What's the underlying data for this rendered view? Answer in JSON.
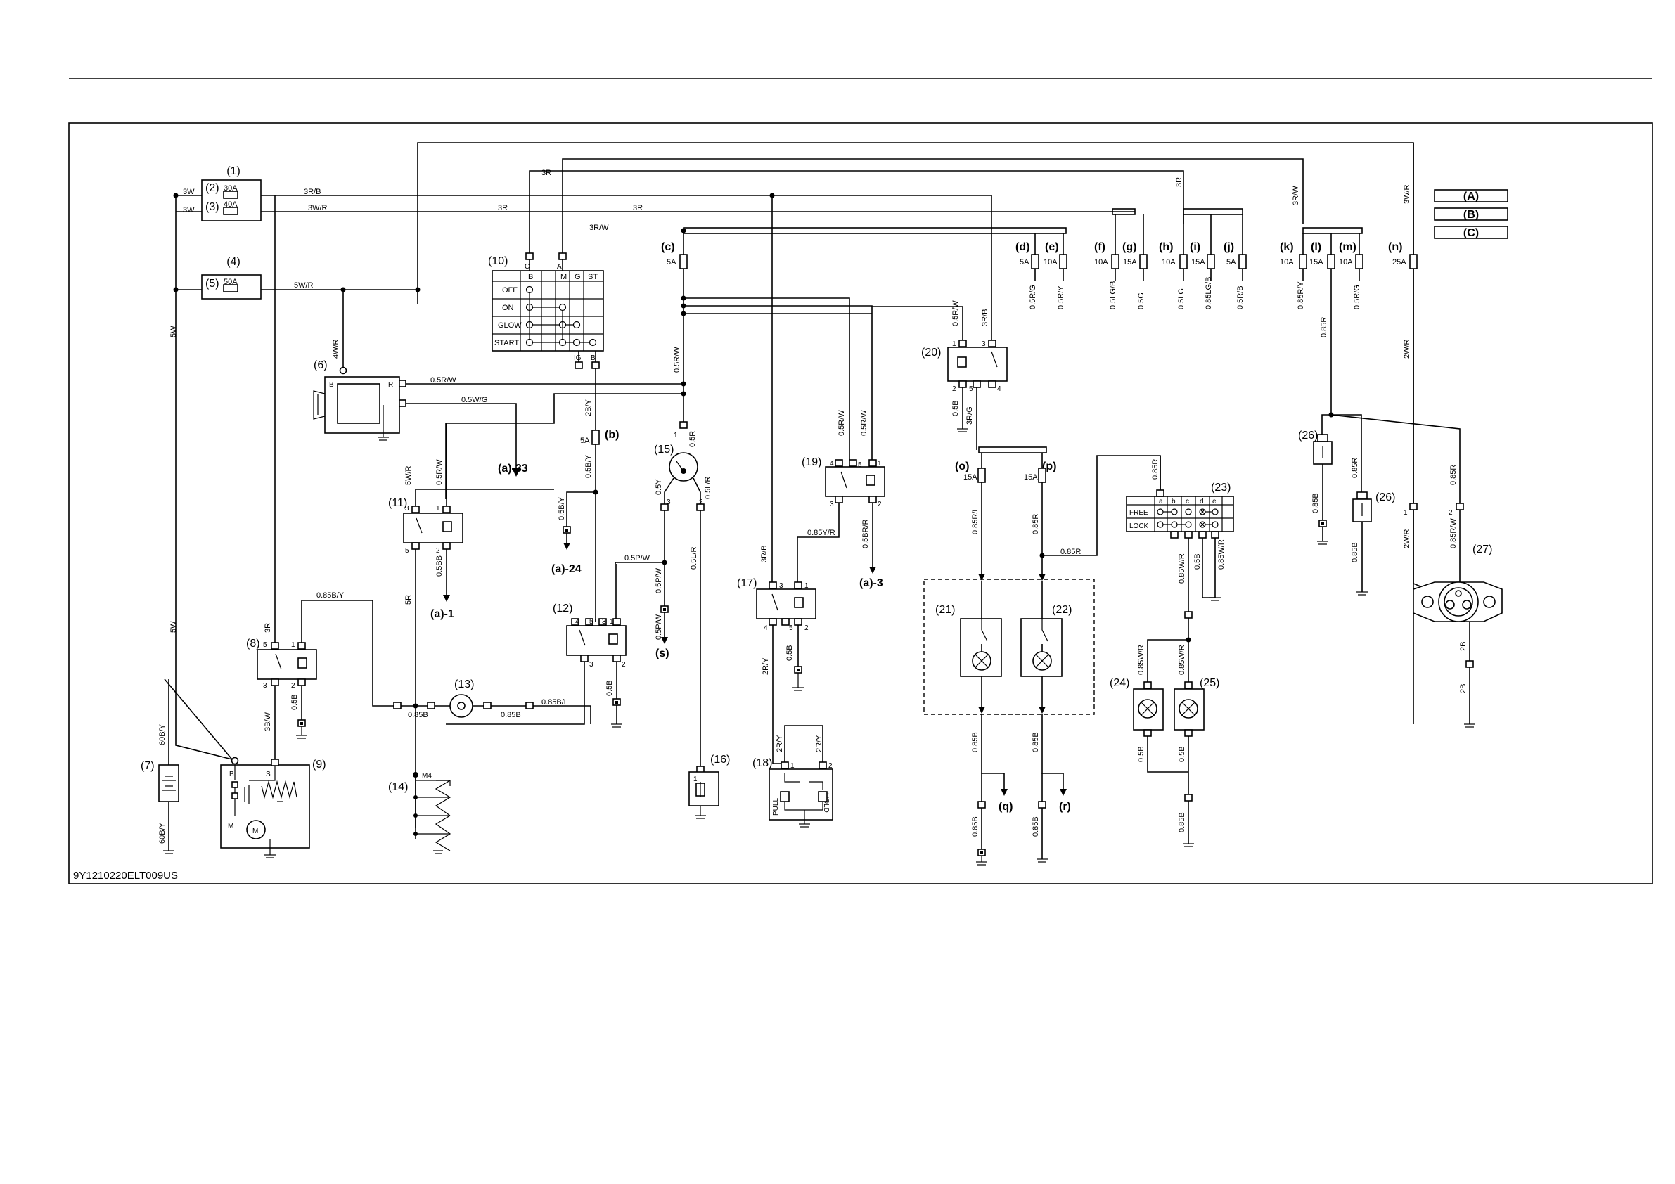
{
  "diagram_id": "9Y1210220ELT009US",
  "legend": [
    "(A)",
    "(B)",
    "(C)"
  ],
  "components": {
    "c1": "(1)",
    "c2": "(2)",
    "c3": "(3)",
    "c4": "(4)",
    "c5": "(5)",
    "c6": "(6)",
    "c7": "(7)",
    "c8": "(8)",
    "c9": "(9)",
    "c10": "(10)",
    "c11": "(11)",
    "c12": "(12)",
    "c13": "(13)",
    "c14": "(14)",
    "c15": "(15)",
    "c16": "(16)",
    "c17": "(17)",
    "c18": "(18)",
    "c19": "(19)",
    "c20": "(20)",
    "c21": "(21)",
    "c22": "(22)",
    "c23": "(23)",
    "c24": "(24)",
    "c25": "(25)",
    "c26a": "(26)",
    "c26b": "(26)",
    "c27": "(27)"
  },
  "fuse_ratings": {
    "f30": "30A",
    "f40": "40A",
    "f50": "50A",
    "c": "5A",
    "b": "5A",
    "d": "5A",
    "e": "10A",
    "f": "10A",
    "g": "15A",
    "h": "10A",
    "i": "15A",
    "j": "5A",
    "k": "10A",
    "l": "15A",
    "m": "10A",
    "n": "25A",
    "o": "15A",
    "p": "15A"
  },
  "fuse_letters": {
    "b": "(b)",
    "c": "(c)",
    "d": "(d)",
    "e": "(e)",
    "f": "(f)",
    "g": "(g)",
    "h": "(h)",
    "i": "(i)",
    "j": "(j)",
    "k": "(k)",
    "l": "(l)",
    "m": "(m)",
    "n": "(n)",
    "o": "(o)",
    "p": "(p)"
  },
  "references": {
    "a33": "(a)-33",
    "a24": "(a)-24",
    "a1": "(a)-1",
    "a3": "(a)-3",
    "s": "(s)",
    "q": "(q)",
    "r": "(r)"
  },
  "key_switch": {
    "columns": [
      "B",
      "",
      "M",
      "G",
      "ST"
    ],
    "rows": [
      "OFF",
      "ON",
      "GLOW",
      "START"
    ]
  },
  "selector": {
    "rows": [
      "FREE",
      "LOCK"
    ],
    "columns": [
      "a",
      "b",
      "c",
      "d",
      "e"
    ]
  },
  "wire_labels": {
    "w3w_a": "3W",
    "w3w_b": "3W",
    "w3rb": "3R/B",
    "w3wr": "3W/R",
    "w5wr": "5W/R",
    "w3r_top": "3R",
    "w3r_mid": "3R",
    "w3r_3": "3R",
    "w3r_main": "3R",
    "w3rw_bar": "3R/W",
    "w3rw_k": "3R/W",
    "w3wr_n": "3W/R",
    "w5w_a": "5W",
    "w5w_b": "5W",
    "w4wr": "4W/R",
    "w05rw_6": "0.5R/W",
    "w05wg": "0.5W/G",
    "w05rw_c": "0.5R/W",
    "w2by": "2B/Y",
    "w05by_a": "0.5B/Y",
    "w05by_b": "0.5B/Y",
    "w05r_15": "0.5R",
    "w05y": "0.5Y",
    "w05lr": "0.5L/R",
    "w05lr_b": "0.5L/R",
    "w05pw": "0.5P/W",
    "w05pw_b": "0.5P/W",
    "w05pw_c": "0.5P/W",
    "w5wr_11": "5W/R",
    "w05rw_11": "0.5R/W",
    "w05bb_11": "0.5BB",
    "w5r_11": "5R",
    "w05b_12": "0.5B",
    "w3r_8": "3R",
    "w085by_8": "0.85B/Y",
    "w3bw": "3B/W",
    "w05b_8": "0.5B",
    "w085b_a": "0.85B",
    "w085b_b": "0.85B",
    "w085bl": "0.85B/L",
    "w60by_a": "60B/Y",
    "w60by_b": "60B/Y",
    "w05rw_17": "0.5R/W",
    "w05rw_19": "0.5R/W",
    "w3rb_17": "3R/B",
    "w085yr": "0.85Y/R",
    "w05br": "0.5BR/R",
    "w2ry_a": "2R/Y",
    "w2ry_b": "2R/Y",
    "w2ry_c": "2R/Y",
    "w05b_17": "0.5B",
    "w05rw_20": "0.5R/W",
    "w3rb_20": "3R/B",
    "w05b_20": "0.5B",
    "w3rg": "3R/G",
    "w05rg": "0.5R/G",
    "w05ry": "0.5R/Y",
    "w05lgb": "0.5LG/B",
    "w05g": "0.5G",
    "w05lg": "0.5LG",
    "w085lgb": "0.85LG/B",
    "w05rb": "0.5R/B",
    "w085ry": "0.85R/Y",
    "w05rg_m": "0.5R/G",
    "w085r_k": "0.85R",
    "w085rl": "0.85R/L",
    "w085r_p": "0.85R",
    "w085r_23": "0.85R",
    "w085r_h": "0.85R",
    "w085b_21a": "0.85B",
    "w085b_21b": "0.85B",
    "w085b_22a": "0.85B",
    "w085b_22b": "0.85B",
    "w085wr_a": "0.85W/R",
    "w085wr_b": "0.85W/R",
    "w085wr_c": "0.85W/R",
    "w085wr_d": "0.85W/R",
    "w05b_23": "0.5B",
    "w05b_24": "0.5B",
    "w05b_25": "0.5B",
    "w085b_24": "0.85B",
    "w085r_26": "0.85R",
    "w085b_26a": "0.85B",
    "w085b_26b": "0.85B",
    "w2wr": "2W/R",
    "w2wr_b": "2W/R",
    "w085rw_27": "0.85R/W",
    "w085r_27": "0.85R",
    "w2b_a": "2B",
    "w2b_b": "2B"
  },
  "pin_labels": {
    "ks_c": "C",
    "ks_a": "A",
    "ks_ig": "IG",
    "ks_b": "B",
    "st_b": "B",
    "st_s": "S",
    "st_m": "M",
    "alt_b": "B",
    "alt_r": "R",
    "m4": "M4",
    "pull": "PULL",
    "hold": "HOLD"
  }
}
